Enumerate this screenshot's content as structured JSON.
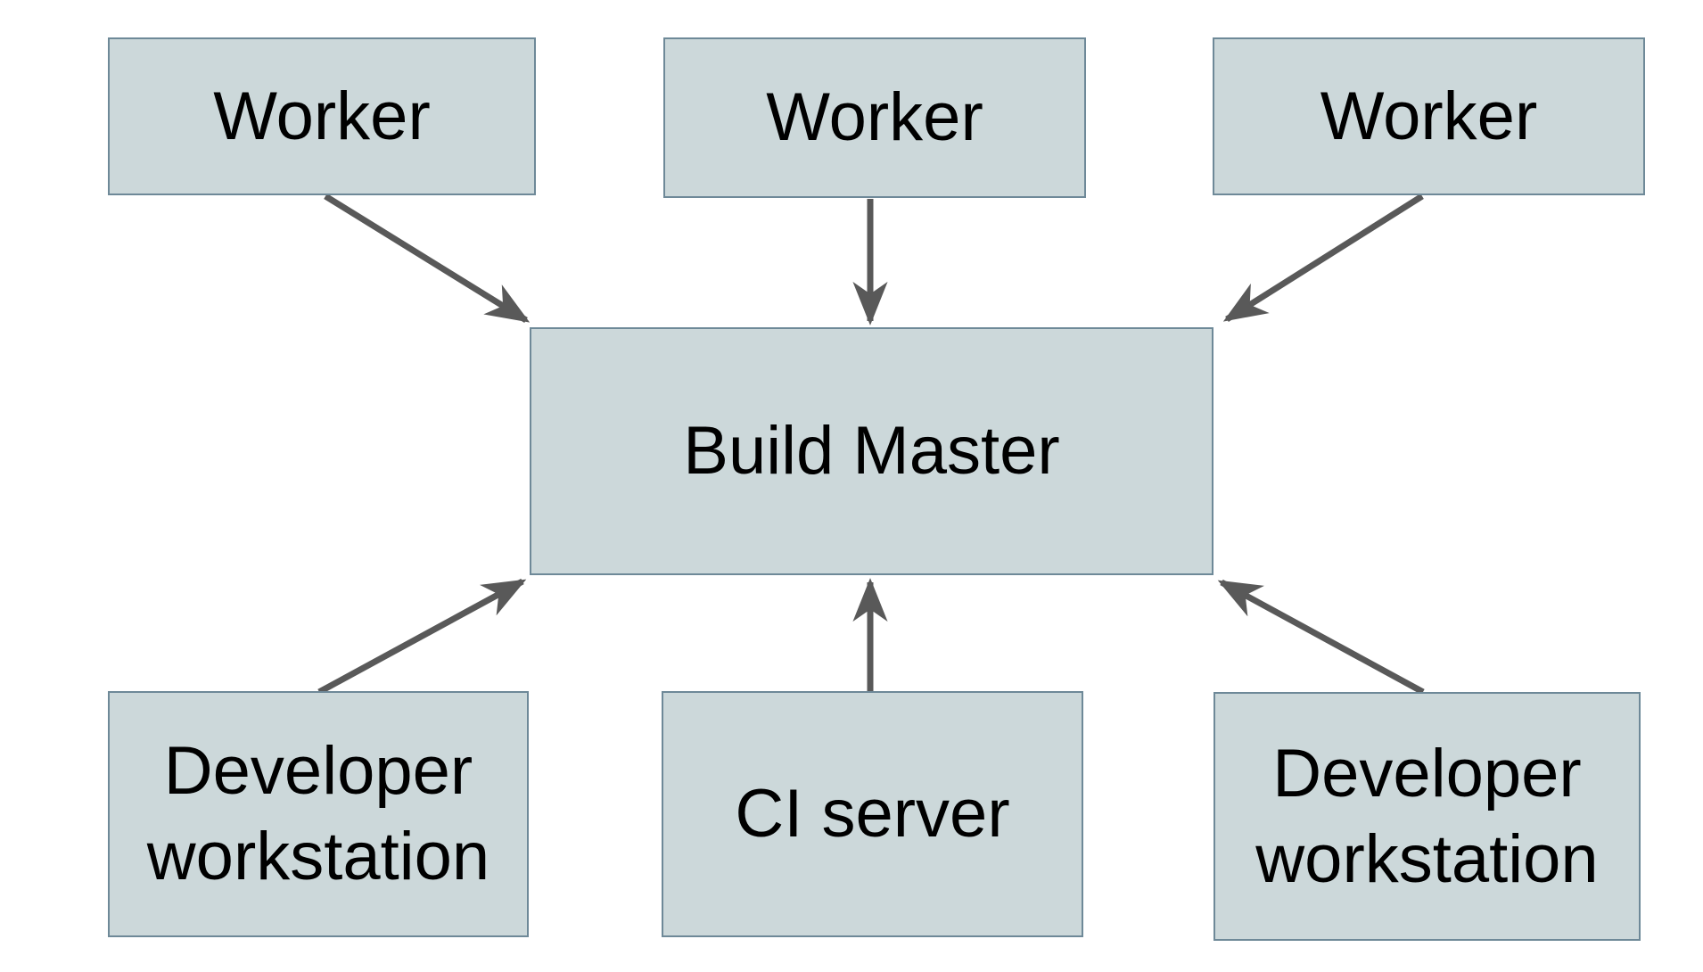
{
  "diagram": {
    "type": "architecture-diagram",
    "colors": {
      "background": "#ffffff",
      "node_fill": "#ccd8da",
      "node_border": "#6e8998",
      "arrow": "#595959",
      "text": "#000000"
    },
    "nodes": [
      {
        "id": "worker-1",
        "label": "Worker"
      },
      {
        "id": "worker-2",
        "label": "Worker"
      },
      {
        "id": "worker-3",
        "label": "Worker"
      },
      {
        "id": "build-master",
        "label": "Build Master"
      },
      {
        "id": "developer-workstation-1",
        "label": "Developer workstation"
      },
      {
        "id": "ci-server",
        "label": "CI server"
      },
      {
        "id": "developer-workstation-2",
        "label": "Developer workstation"
      }
    ],
    "edges": [
      {
        "from": "worker-1",
        "to": "build-master",
        "direction": "into-top-left"
      },
      {
        "from": "worker-2",
        "to": "build-master",
        "direction": "into-top-center"
      },
      {
        "from": "worker-3",
        "to": "build-master",
        "direction": "into-top-right"
      },
      {
        "from": "developer-workstation-1",
        "to": "build-master",
        "direction": "into-bottom-left"
      },
      {
        "from": "ci-server",
        "to": "build-master",
        "direction": "into-bottom-center"
      },
      {
        "from": "developer-workstation-2",
        "to": "build-master",
        "direction": "into-bottom-right"
      }
    ]
  }
}
